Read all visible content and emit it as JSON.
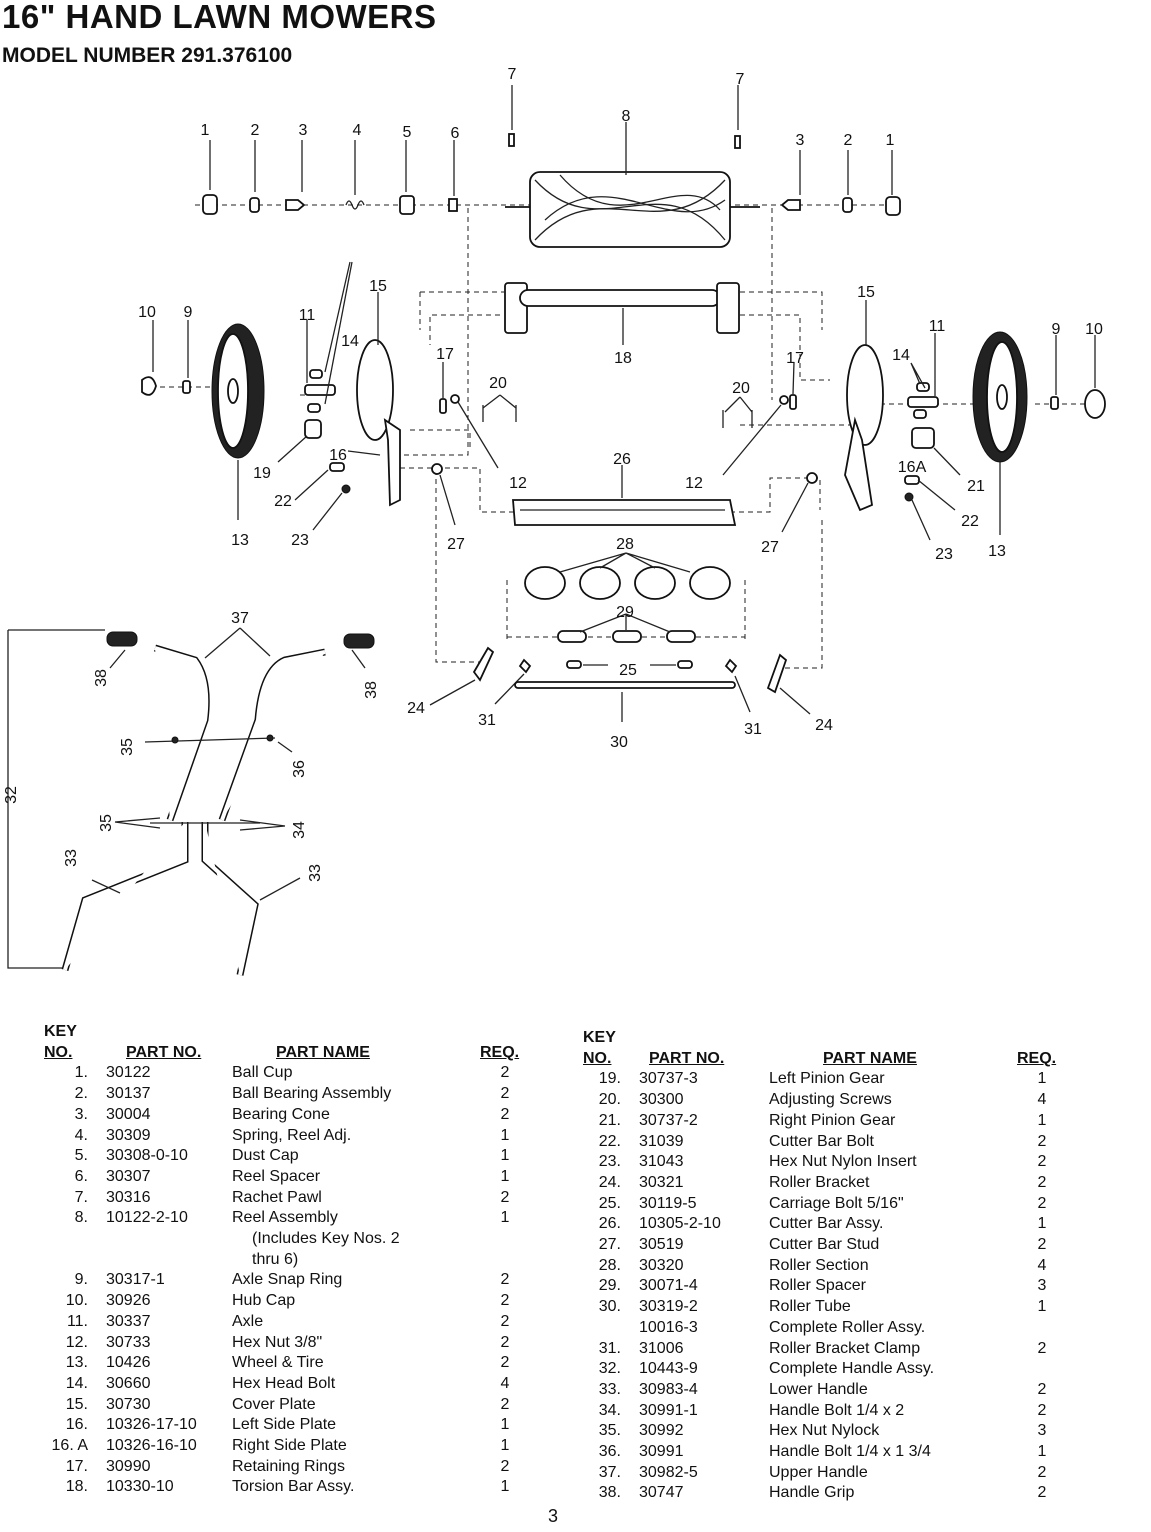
{
  "header": {
    "title": "16\" HAND LAWN MOWERS",
    "model": "MODEL NUMBER 291.376100"
  },
  "diagram": {
    "callouts": [
      "1",
      "2",
      "3",
      "4",
      "5",
      "6",
      "7",
      "7",
      "8",
      "3",
      "2",
      "1",
      "15",
      "15",
      "10",
      "9",
      "11",
      "14",
      "17",
      "18",
      "20",
      "20",
      "17",
      "14",
      "11",
      "9",
      "10",
      "16",
      "12",
      "26",
      "12",
      "16A",
      "21",
      "22",
      "19",
      "13",
      "23",
      "27",
      "27",
      "22",
      "23",
      "13",
      "28",
      "29",
      "25",
      "24",
      "31",
      "30",
      "31",
      "24",
      "37",
      "38",
      "38",
      "35",
      "36",
      "32",
      "35",
      "34",
      "33",
      "33"
    ]
  },
  "table": {
    "headers": {
      "key_top": "KEY",
      "key": "NO.",
      "part_no": "PART NO.",
      "part_name": "PART NAME",
      "req": "REQ."
    },
    "left": [
      {
        "key": "1.",
        "part_no": "30122",
        "name": "Ball Cup",
        "req": "2"
      },
      {
        "key": "2.",
        "part_no": "30137",
        "name": "Ball Bearing Assembly",
        "req": "2"
      },
      {
        "key": "3.",
        "part_no": "30004",
        "name": "Bearing Cone",
        "req": "2"
      },
      {
        "key": "4.",
        "part_no": "30309",
        "name": "Spring, Reel Adj.",
        "req": "1"
      },
      {
        "key": "5.",
        "part_no": "30308-0-10",
        "name": "Dust Cap",
        "req": "1"
      },
      {
        "key": "6.",
        "part_no": "30307",
        "name": "Reel Spacer",
        "req": "1"
      },
      {
        "key": "7.",
        "part_no": "30316",
        "name": "Rachet Pawl",
        "req": "2"
      },
      {
        "key": "8.",
        "part_no": "10122-2-10",
        "name": "Reel Assembly",
        "req": "1"
      },
      {
        "key": "",
        "part_no": "",
        "name": "(Includes Key Nos. 2",
        "req": "",
        "indent": true
      },
      {
        "key": "",
        "part_no": "",
        "name": "thru 6)",
        "req": "",
        "indent": true
      },
      {
        "key": "9.",
        "part_no": "30317-1",
        "name": "Axle Snap Ring",
        "req": "2"
      },
      {
        "key": "10.",
        "part_no": "30926",
        "name": "Hub Cap",
        "req": "2"
      },
      {
        "key": "11.",
        "part_no": "30337",
        "name": "Axle",
        "req": "2"
      },
      {
        "key": "12.",
        "part_no": "30733",
        "name": "Hex Nut 3/8\"",
        "req": "2"
      },
      {
        "key": "13.",
        "part_no": "10426",
        "name": "Wheel & Tire",
        "req": "2"
      },
      {
        "key": "14.",
        "part_no": "30660",
        "name": "Hex Head Bolt",
        "req": "4"
      },
      {
        "key": "15.",
        "part_no": "30730",
        "name": "Cover Plate",
        "req": "2"
      },
      {
        "key": "16.",
        "part_no": "10326-17-10",
        "name": "Left Side Plate",
        "req": "1"
      },
      {
        "key": "16. A",
        "part_no": "10326-16-10",
        "name": "Right Side Plate",
        "req": "1"
      },
      {
        "key": "17.",
        "part_no": "30990",
        "name": "Retaining Rings",
        "req": "2"
      },
      {
        "key": "18.",
        "part_no": "10330-10",
        "name": "Torsion Bar Assy.",
        "req": "1"
      }
    ],
    "right": [
      {
        "key": "19.",
        "part_no": "30737-3",
        "name": "Left Pinion Gear",
        "req": "1"
      },
      {
        "key": "20.",
        "part_no": "30300",
        "name": "Adjusting Screws",
        "req": "4"
      },
      {
        "key": "21.",
        "part_no": "30737-2",
        "name": "Right Pinion Gear",
        "req": "1"
      },
      {
        "key": "22.",
        "part_no": "31039",
        "name": "Cutter Bar Bolt",
        "req": "2"
      },
      {
        "key": "23.",
        "part_no": "31043",
        "name": "Hex Nut Nylon Insert",
        "req": "2"
      },
      {
        "key": "24.",
        "part_no": "30321",
        "name": "Roller Bracket",
        "req": "2"
      },
      {
        "key": "25.",
        "part_no": "30119-5",
        "name": "Carriage Bolt 5/16\"",
        "req": "2"
      },
      {
        "key": "26.",
        "part_no": "10305-2-10",
        "name": "Cutter Bar Assy.",
        "req": "1"
      },
      {
        "key": "27.",
        "part_no": "30519",
        "name": "Cutter Bar Stud",
        "req": "2"
      },
      {
        "key": "28.",
        "part_no": "30320",
        "name": "Roller Section",
        "req": "4"
      },
      {
        "key": "29.",
        "part_no": "30071-4",
        "name": "Roller Spacer",
        "req": "3"
      },
      {
        "key": "30.",
        "part_no": "30319-2",
        "name": "Roller Tube",
        "req": "1"
      },
      {
        "key": "",
        "part_no": "10016-3",
        "name": "Complete Roller Assy.",
        "req": ""
      },
      {
        "key": "31.",
        "part_no": "31006",
        "name": "Roller Bracket Clamp",
        "req": "2"
      },
      {
        "key": "32.",
        "part_no": "10443-9",
        "name": "Complete Handle Assy.",
        "req": ""
      },
      {
        "key": "33.",
        "part_no": "30983-4",
        "name": "Lower Handle",
        "req": "2"
      },
      {
        "key": "34.",
        "part_no": "30991-1",
        "name": "Handle Bolt 1/4 x 2",
        "req": "2"
      },
      {
        "key": "35.",
        "part_no": "30992",
        "name": "Hex Nut Nylock",
        "req": "3"
      },
      {
        "key": "36.",
        "part_no": "30991",
        "name": "Handle Bolt 1/4 x 1 3/4",
        "req": "1"
      },
      {
        "key": "37.",
        "part_no": "30982-5",
        "name": "Upper Handle",
        "req": "2"
      },
      {
        "key": "38.",
        "part_no": "30747",
        "name": "Handle Grip",
        "req": "2"
      }
    ]
  },
  "page_number": "3"
}
